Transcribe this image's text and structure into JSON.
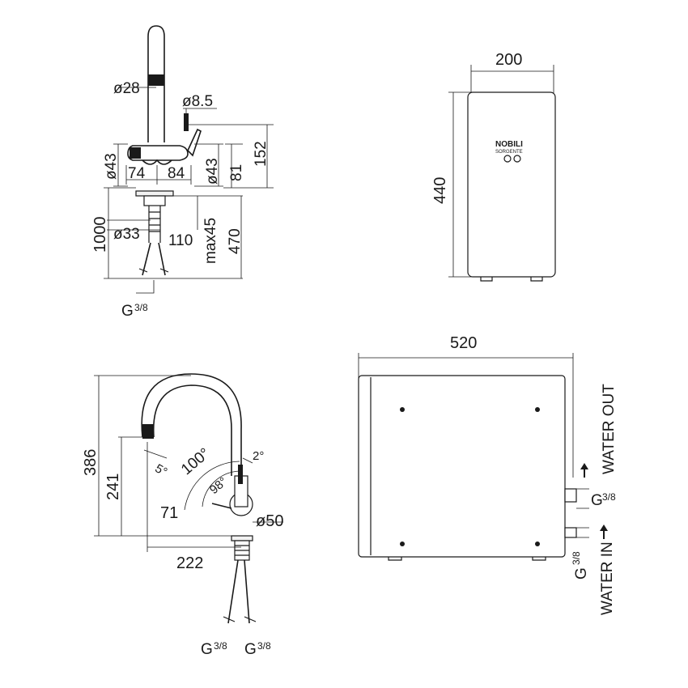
{
  "top_left": {
    "dim_diam_28": "ø28",
    "dim_diam_8_5": "ø8.5",
    "dim_diam_43_left": "ø43",
    "dim_74": "74",
    "dim_84": "84",
    "dim_diam_43_right": "ø43",
    "dim_81": "81",
    "dim_152": "152",
    "dim_1000": "1000",
    "dim_diam_33": "ø33",
    "dim_110": "110",
    "dim_max45": "max45",
    "dim_470": "470",
    "thread_g": "G",
    "thread_frac": "3/8"
  },
  "top_right": {
    "dim_200": "200",
    "dim_440": "440",
    "brand": "NOBILI",
    "brand_sub": "SORGENTE"
  },
  "bottom_left": {
    "dim_386": "386",
    "dim_241": "241",
    "angle_5": "5°",
    "angle_100": "100°",
    "angle_2": "2°",
    "angle_98": "98°",
    "dim_71": "71",
    "dim_diam_50": "ø50",
    "dim_222": "222",
    "thread_g_left": "G",
    "thread_frac_left": "3/8",
    "thread_g_right": "G",
    "thread_frac_right": "3/8"
  },
  "bottom_right": {
    "dim_520": "520",
    "water_out": "WATER OUT",
    "water_in": "WATER IN",
    "thread_g_out": "G",
    "thread_frac_out": "3/8",
    "thread_g_in": "G",
    "thread_frac_in": "3/8"
  }
}
